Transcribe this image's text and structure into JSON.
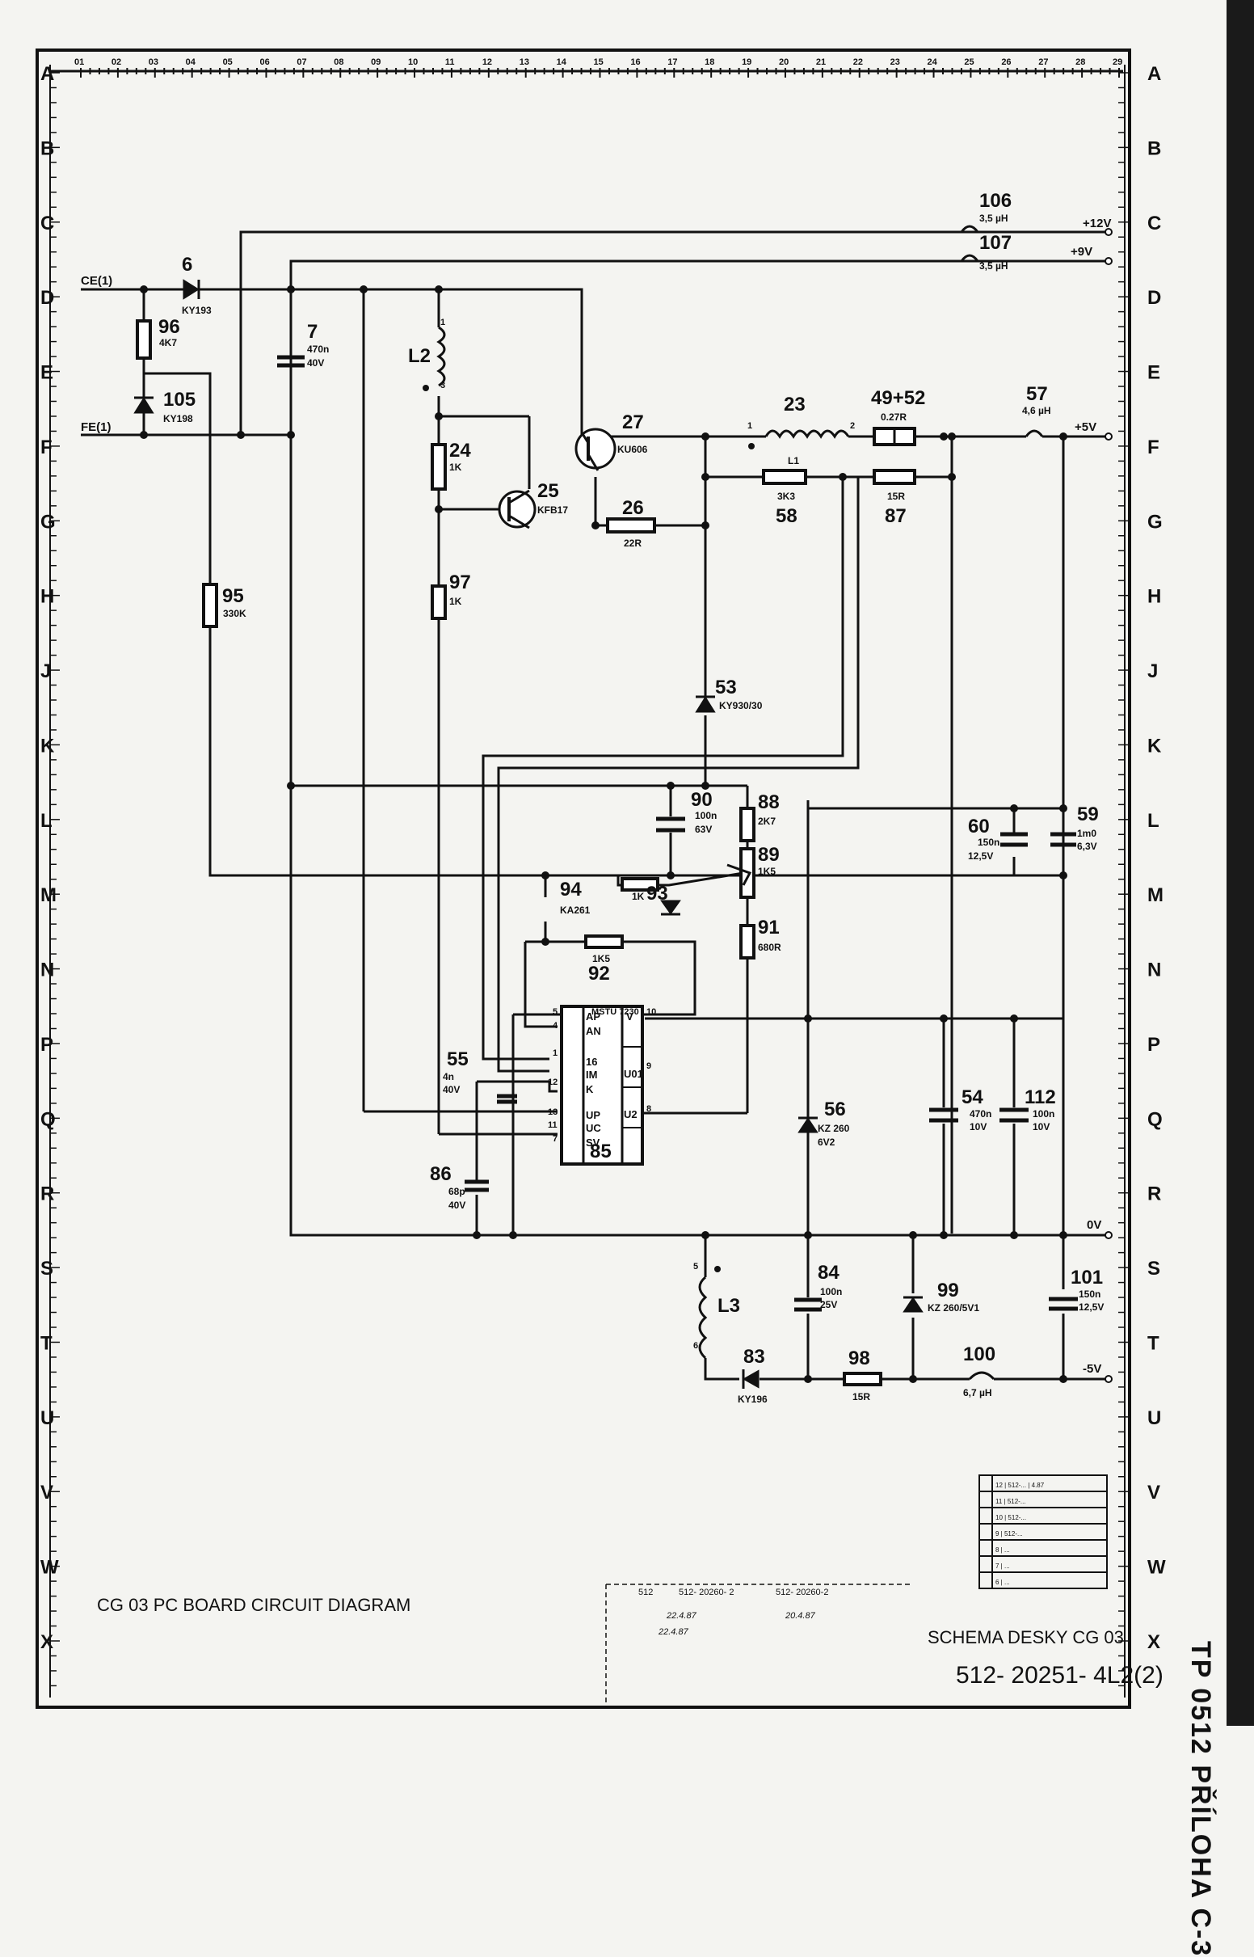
{
  "title_block": {
    "caption_left": "CG 03 PC BOARD CIRCUIT DIAGRAM",
    "schema_title": "SCHEMA DESKY CG 03",
    "drawing_number": "512- 20251- 4L2(2)",
    "ref_row": [
      "512",
      "512- 20260- 2",
      "512- 20260-2"
    ],
    "signature_dates": [
      "22.4.87",
      "22.4.87",
      "20.4.87"
    ]
  },
  "side_label": "TP 0512 PŘÍLOHA C-3",
  "grid": {
    "columns": [
      "01",
      "02",
      "03",
      "04",
      "05",
      "06",
      "07",
      "08",
      "09",
      "10",
      "11",
      "12",
      "13",
      "14",
      "15",
      "16",
      "17",
      "18",
      "19",
      "20",
      "21",
      "22",
      "23",
      "24",
      "25",
      "26",
      "27",
      "28",
      "29"
    ],
    "rows": [
      "A",
      "B",
      "C",
      "D",
      "E",
      "F",
      "G",
      "H",
      "J",
      "K",
      "L",
      "M",
      "N",
      "P",
      "Q",
      "R",
      "S",
      "T",
      "U",
      "V",
      "W",
      "X"
    ]
  },
  "nets": {
    "ce": "CE(1)",
    "fe": "FE(1)",
    "plus_12v": "+12V",
    "plus_9v": "+9V",
    "plus_5v": "+5V",
    "zero_v": "0V",
    "minus_5v": "-5V"
  },
  "components": {
    "d6": {
      "ref": "6",
      "value": "KY193"
    },
    "r96": {
      "ref": "96",
      "value": "4K7"
    },
    "d105": {
      "ref": "105",
      "value": "KY198"
    },
    "c7": {
      "ref": "7",
      "value": "470n",
      "voltage": "40V"
    },
    "l2": {
      "ref": "L2"
    },
    "r24": {
      "ref": "24",
      "value": "1K"
    },
    "t25": {
      "ref": "25",
      "value": "KFB17"
    },
    "t27": {
      "ref": "27",
      "value": "KU606"
    },
    "r26": {
      "ref": "26",
      "value": "22R"
    },
    "l1": {
      "ref": "23",
      "name": "L1"
    },
    "r49_52": {
      "ref": "49+52",
      "value": "0.27R"
    },
    "r58": {
      "ref": "58",
      "value": "3K3"
    },
    "r87": {
      "ref": "87",
      "value": "15R"
    },
    "l57": {
      "ref": "57",
      "value": "4,6 µH"
    },
    "l106": {
      "ref": "106",
      "value": "3,5 µH"
    },
    "l107": {
      "ref": "107",
      "value": "3,5 µH"
    },
    "r95": {
      "ref": "95",
      "value": "330K"
    },
    "r97": {
      "ref": "97",
      "value": "1K"
    },
    "d53": {
      "ref": "53",
      "value": "KY930/30"
    },
    "c90": {
      "ref": "90",
      "value": "100n",
      "voltage": "63V"
    },
    "r88": {
      "ref": "88",
      "value": "2K7"
    },
    "p89": {
      "ref": "89",
      "value": "1K5"
    },
    "r93": {
      "ref": "93",
      "value": "1K"
    },
    "d94": {
      "ref": "94",
      "value": "KA261"
    },
    "r92": {
      "ref": "92",
      "value": "1K5"
    },
    "r91": {
      "ref": "91",
      "value": "680R"
    },
    "c60": {
      "ref": "60",
      "value": "150n",
      "voltage": "12,5V"
    },
    "c59": {
      "ref": "59",
      "value": "1m0",
      "voltage": "6,3V"
    },
    "c55": {
      "ref": "55",
      "value": "4n",
      "voltage": "40V"
    },
    "c86": {
      "ref": "86",
      "value": "68p",
      "voltage": "40V"
    },
    "ic85": {
      "ref": "85",
      "type": "MSTU 7230"
    },
    "d56": {
      "ref": "56",
      "value": "KZ 260",
      "voltage": "6V2"
    },
    "c54": {
      "ref": "54",
      "value": "470n",
      "voltage": "10V"
    },
    "c112": {
      "ref": "112",
      "value": "100n",
      "voltage": "10V"
    },
    "l3": {
      "ref": "L3"
    },
    "c84": {
      "ref": "84",
      "value": "100n",
      "voltage": "25V"
    },
    "d99": {
      "ref": "99",
      "value": "KZ 260/5V1"
    },
    "c101": {
      "ref": "101",
      "value": "150n",
      "voltage": "12,5V"
    },
    "d83": {
      "ref": "83",
      "value": "KY196"
    },
    "r98": {
      "ref": "98",
      "value": "15R"
    },
    "l100": {
      "ref": "100",
      "value": "6,7 µH"
    }
  },
  "ic_pins": {
    "ap": "AP",
    "an": "AN",
    "im": "IM",
    "k": "K",
    "up": "UP",
    "uc": "UC",
    "sv": "SV",
    "v": "V",
    "u01": "U01",
    "u2": "U2",
    "n5": "5",
    "n4": "4",
    "n16": "16",
    "n1": "1",
    "n12": "12",
    "n13": "13",
    "n11": "11",
    "n7": "7",
    "n10": "10",
    "n9": "9",
    "n8": "8"
  },
  "coil_pins": {
    "l2_top": "1",
    "l2_bot": "3",
    "l1_left": "1",
    "l1_right": "2",
    "l3_top": "5",
    "l3_bot": "6"
  },
  "revisions": [
    "12 | 512-... | 4.87",
    "11 | 512-... ",
    "10 | 512-... ",
    "9 | 512-... ",
    "8 | ...",
    "7 | ...",
    "6 | ..."
  ]
}
